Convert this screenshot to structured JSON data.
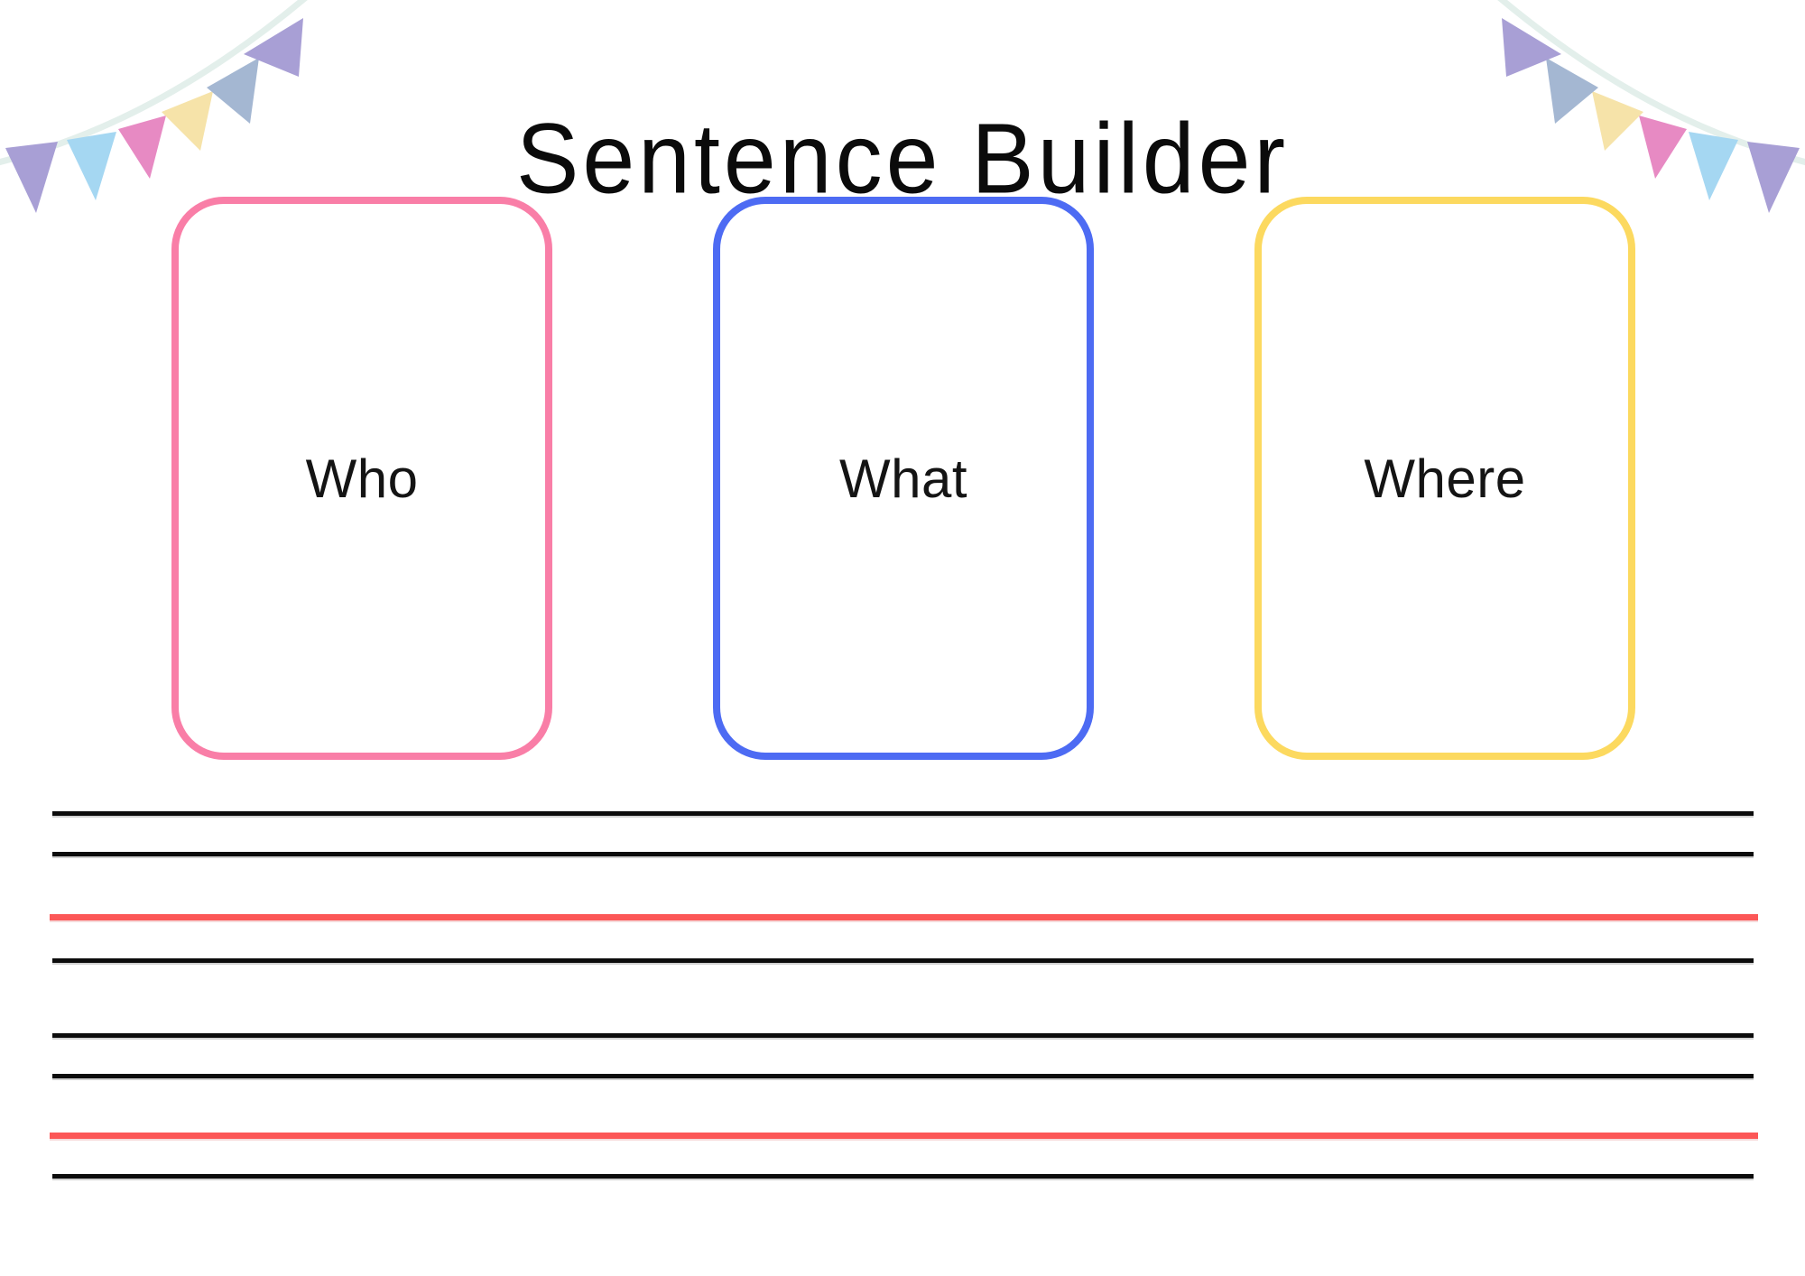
{
  "page": {
    "title": "Sentence Builder",
    "background": "#ffffff"
  },
  "boxes": [
    {
      "label": "Who",
      "border_color": "#f97ea7"
    },
    {
      "label": "What",
      "border_color": "#4d6bf3"
    },
    {
      "label": "Where",
      "border_color": "#fcd95f"
    }
  ],
  "writing_lines": {
    "line_color": "#0c0c0c",
    "accent_color": "#fc5757",
    "groups": [
      {
        "pattern": [
          "black",
          "black",
          "red",
          "black"
        ]
      },
      {
        "pattern": [
          "black",
          "black",
          "red",
          "black"
        ]
      }
    ]
  },
  "decorations": {
    "bunting_flag_colors": [
      "#a89fd5",
      "#a5d7f2",
      "#e78ac3",
      "#f6e3a9",
      "#a4b7d2",
      "#a89fd5"
    ],
    "bunting_string_color": "#e3efeb",
    "positions": [
      "top-left",
      "top-right"
    ]
  }
}
